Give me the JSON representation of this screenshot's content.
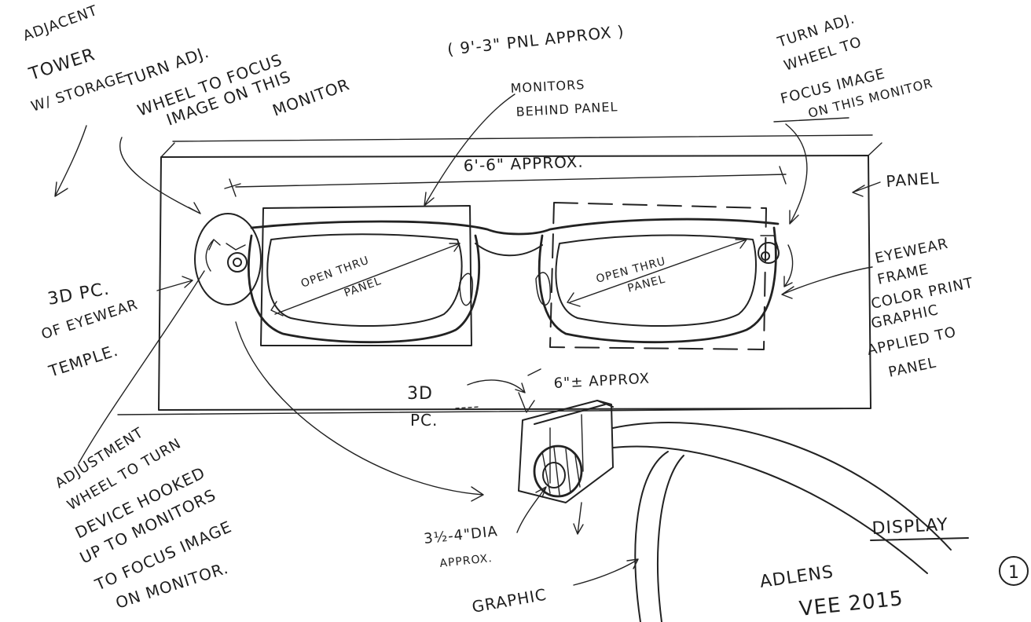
{
  "labels": {
    "adjacent_tower": [
      "ADJACENT",
      "TOWER",
      "W/ STORAGE"
    ],
    "turn_adj_left": [
      "TURN ADJ.",
      "WHEEL TO FOCUS",
      "IMAGE ON THIS",
      "MONITOR"
    ],
    "panel_size": "( 9'-3\" PNL APPROX )",
    "monitors_behind": [
      "MONITORS",
      "BEHIND PANEL"
    ],
    "turn_adj_right": [
      "TURN ADJ.",
      "WHEEL TO",
      "FOCUS IMAGE",
      "ON THIS MONITOR"
    ],
    "width_dim": "6'-6\" APPROX.",
    "panel": "PANEL",
    "open_thru_left": [
      "OPEN THRU",
      "PANEL"
    ],
    "open_thru_right": [
      "OPEN THRU",
      "PANEL"
    ],
    "eyewear_frame": [
      "EYEWEAR",
      "FRAME",
      "COLOR PRINT",
      "GRAPHIC",
      "APPLIED TO",
      "PANEL"
    ],
    "temple_3d": [
      "3D PC.",
      "OF EYEWEAR",
      "TEMPLE."
    ],
    "pc_3d": [
      "3D",
      "PC."
    ],
    "dim_6": "6\"± APPROX",
    "adjustment": [
      "ADJUSTMENT",
      "WHEEL TO TURN",
      "DEVICE HOOKED",
      "UP TO MONITORS",
      "TO FOCUS IMAGE",
      "ON MONITOR."
    ],
    "dia": [
      "3½-4\"DIA",
      "APPROX."
    ],
    "graphic": "GRAPHIC",
    "display": "DISPLAY",
    "author": [
      "ADLENS",
      "VEE 2015"
    ],
    "sheet_number": "1"
  }
}
